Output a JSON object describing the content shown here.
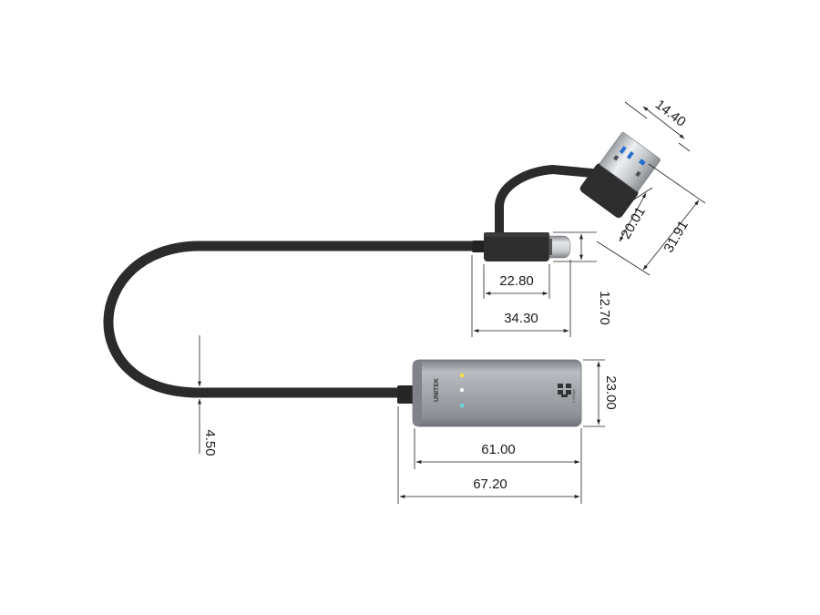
{
  "product": {
    "brand_text": "UNITEK",
    "port_label": "2.5Gbps"
  },
  "dimensions": {
    "usb_a_width": "14.40",
    "usb_a_inner": "20.01",
    "usb_a_length": "31.91",
    "usb_c_plug": "22.80",
    "usb_c_total": "34.30",
    "usb_c_height": "12.70",
    "body_height": "23.00",
    "body_length": "61.00",
    "body_total": "67.20",
    "cable_diameter": "4.50"
  },
  "colors": {
    "cable": "#2b2b2b",
    "body": "#9a9ea3",
    "led_yellow": "#f0e04a",
    "led_white": "#f5f5f5",
    "led_cyan": "#6fd6e0",
    "usb_blue": "#2a6fcf"
  }
}
